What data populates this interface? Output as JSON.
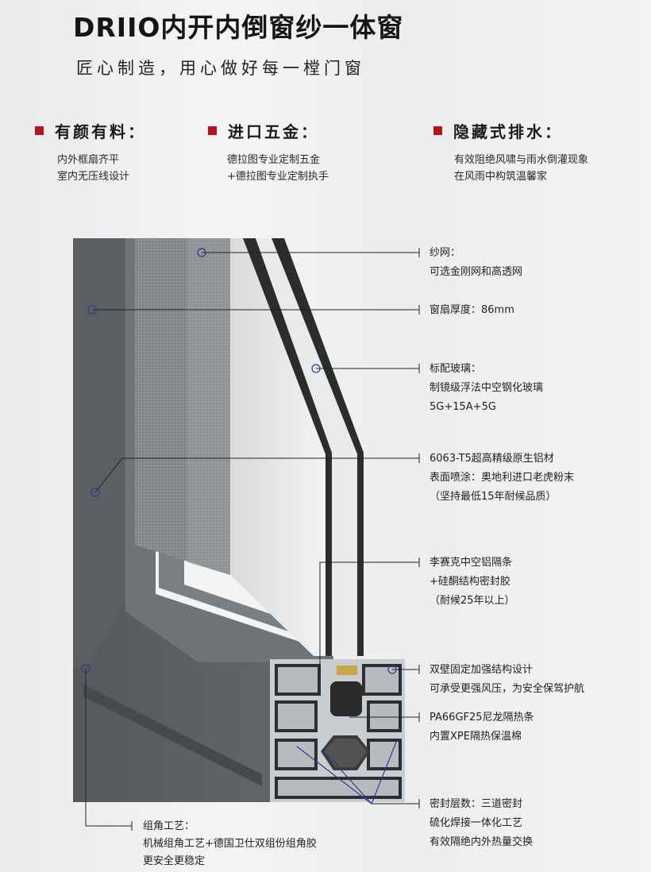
{
  "header": {
    "title": "DRIIO内开内倒窗纱一体窗",
    "subtitle": "匠心制造，用心做好每一樘门窗"
  },
  "features": [
    {
      "title": "有颜有料：",
      "lines": [
        "内外框扇齐平",
        "室内无压线设计"
      ]
    },
    {
      "title": "进口五金：",
      "lines": [
        "德拉图专业定制五金",
        "+德拉图专业定制执手"
      ]
    },
    {
      "title": "隐藏式排水：",
      "lines": [
        "有效阻绝风啸与雨水倒灌现象",
        "在风雨中构筑温馨家"
      ]
    }
  ],
  "callouts": [
    {
      "lines": [
        "纱网：",
        "可选金刚网和高透网"
      ]
    },
    {
      "lines": [
        "窗扇厚度：86mm"
      ]
    },
    {
      "lines": [
        "标配玻璃：",
        "制镜级浮法中空钢化玻璃",
        "5G+15A+5G"
      ]
    },
    {
      "lines": [
        "6063-T5超高精级原生铝材",
        "表面喷涂：奥地利进口老虎粉末",
        "（坚持最低15年耐候品质）"
      ]
    },
    {
      "lines": [
        "李赛克中空铝隔条",
        "+硅酮结构密封胶",
        "（耐候25年以上）"
      ]
    },
    {
      "lines": [
        "双壁固定加强结构设计",
        "可承受更强风压，为安全保驾护航"
      ]
    },
    {
      "lines": [
        "PA66GF25尼龙隔热条",
        "内置XPE隔热保温棉"
      ]
    },
    {
      "lines": [
        "密封层数：三道密封",
        "硫化焊接一体化工艺",
        "有效隔绝内外热量交换"
      ]
    }
  ],
  "bottom_callout": {
    "lines": [
      "组角工艺：",
      "机械组角工艺+德国卫仕双组份组角胶",
      "更安全更稳定"
    ]
  },
  "colors": {
    "accent": "#b3151b",
    "frame": "#5f6266",
    "frame_dark": "#4a4d51",
    "leader": "#222222",
    "pointer": "#27408b"
  }
}
